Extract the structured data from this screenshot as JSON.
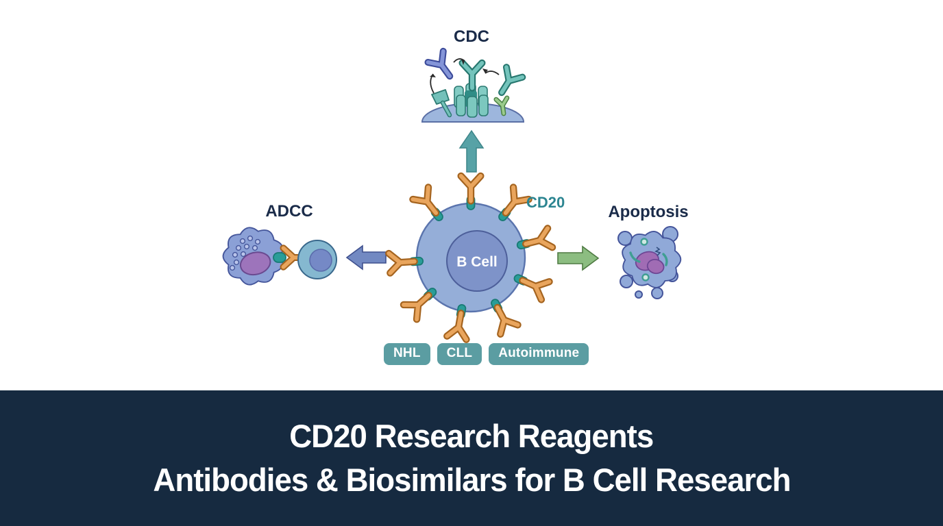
{
  "diagram": {
    "mechanisms": {
      "cdc": "CDC",
      "adcc": "ADCC",
      "apoptosis": "Apoptosis"
    },
    "cell": {
      "b_cell_label": "B Cell",
      "cd20_label": "CD20"
    },
    "badges": [
      {
        "label": "NHL"
      },
      {
        "label": "CLL"
      },
      {
        "label": "Autoimmune"
      }
    ],
    "icons": {
      "antibody_orange": "antibody-icon",
      "antibody_teal": "antibody-icon",
      "antibody_blue": "antibody-icon",
      "cd20_receptor": "cd20-receptor-icon",
      "mac_pore": "membrane-attack-complex-icon",
      "nk_cell": "nk-cell-icon",
      "target_cell": "target-cell-icon",
      "apoptotic_cell": "apoptotic-cell-icon",
      "up_arrow": "arrow-up-icon",
      "left_arrow": "arrow-left-icon",
      "right_arrow": "arrow-right-icon"
    },
    "colors": {
      "antibody_orange": "#e9a55d",
      "antibody_orange_outline": "#a5641f",
      "antibody_teal": "#74c4bc",
      "antibody_blue": "#8495d8",
      "cd20_receptor_teal": "#2a9d98",
      "b_cell_body": "#95aed8",
      "b_cell_nucleus": "#7e93c9",
      "nk_cell_blue": "#8ba0d6",
      "nucleus_purple": "#9d74bb",
      "arrow_up_teal": "#57a2a6",
      "arrow_left_blue": "#7289c2",
      "arrow_right_green": "#8cbd81",
      "badge_teal": "#5b9da2",
      "label_navy": "#1a2b49",
      "cd20_label_teal": "#2c8591",
      "banner_navy": "#162a40"
    }
  },
  "banner": {
    "line1": "CD20 Research Reagents",
    "line2": "Antibodies & Biosimilars for B Cell Research",
    "background": "#162a40",
    "text_color": "#ffffff"
  }
}
